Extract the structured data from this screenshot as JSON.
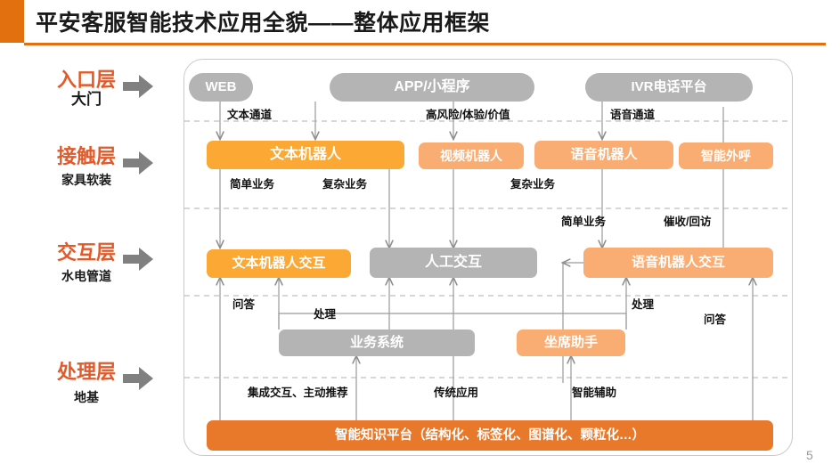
{
  "header": {
    "title": "平安客服智能技术应用全貌——整体应用框架",
    "accent_color": "#E2700F"
  },
  "layers": [
    {
      "main": "入口层",
      "sub": "大门",
      "arrow_icon": "right-arrow-icon"
    },
    {
      "main": "接触层",
      "sub": "家具软装",
      "arrow_icon": "right-arrow-icon"
    },
    {
      "main": "交互层",
      "sub": "水电管道",
      "arrow_icon": "right-arrow-icon"
    },
    {
      "main": "处理层",
      "sub": "地基",
      "arrow_icon": "right-arrow-icon"
    }
  ],
  "nodes": {
    "entry": [
      {
        "label": "WEB",
        "color": "#B4B4B4"
      },
      {
        "label": "APP/小程序",
        "color": "#B4B4B4"
      },
      {
        "label": "IVR电话平台",
        "color": "#B4B4B4"
      }
    ],
    "contact": [
      {
        "label": "文本机器人",
        "color": "#FBA934"
      },
      {
        "label": "视频机器人",
        "color": "#F9AD72"
      },
      {
        "label": "语音机器人",
        "color": "#F9AD72"
      },
      {
        "label": "智能外呼",
        "color": "#F9AD72"
      }
    ],
    "interaction": [
      {
        "label": "文本机器人交互",
        "color": "#FBA934"
      },
      {
        "label": "人工交互",
        "color": "#B4B4B4"
      },
      {
        "label": "语音机器人交互",
        "color": "#F9AD72"
      }
    ],
    "processing": [
      {
        "label": "业务系统",
        "color": "#B4B4B4"
      },
      {
        "label": "坐席助手",
        "color": "#F9AD72"
      }
    ],
    "platform": {
      "label": "智能知识平台（结构化、标签化、图谱化、颗粒化…）",
      "color": "#E8792B"
    }
  },
  "edge_labels": [
    "文本通道",
    "高风险/体验/价值",
    "语音通道",
    "简单业务",
    "复杂业务",
    "复杂业务",
    "简单业务",
    "催收/回访",
    "问答",
    "处理",
    "处理",
    "问答",
    "集成交互、主动推荐",
    "传统应用",
    "智能辅助"
  ],
  "page_number": "5"
}
